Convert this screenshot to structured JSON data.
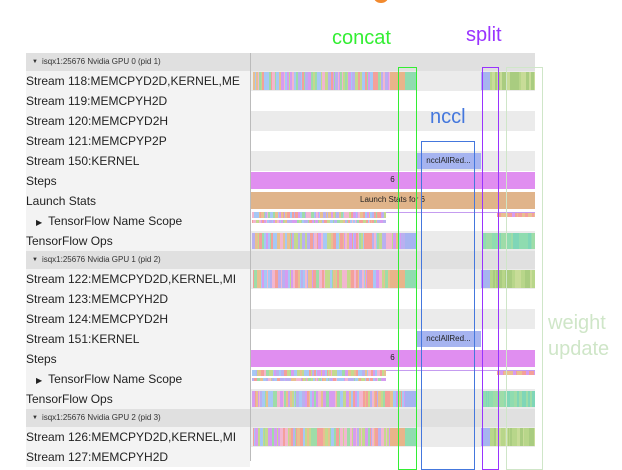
{
  "sections": [
    {
      "title": "isqx1:25676 Nvidia GPU 0 (pid 1)",
      "rows": [
        {
          "label": "Stream 118:MEMCPYD2D,KERNEL,ME",
          "type": "busy"
        },
        {
          "label": "Stream 119:MEMCPYH2D",
          "type": "empty"
        },
        {
          "label": "Stream 120:MEMCPYD2H",
          "type": "empty"
        },
        {
          "label": "Stream 121:MEMCPYP2P",
          "type": "empty"
        },
        {
          "label": "Stream 150:KERNEL",
          "type": "nccl",
          "bar_label": "ncclAllRed..."
        },
        {
          "label": "Steps",
          "type": "steps",
          "bar_label": "6"
        },
        {
          "label": "Launch Stats",
          "type": "launch",
          "bar_label": "Launch Stats for 6"
        },
        {
          "label": "TensorFlow Name Scope",
          "type": "scope",
          "expandable": true
        },
        {
          "label": "TensorFlow Ops",
          "type": "ops"
        }
      ]
    },
    {
      "title": "isqx1:25676 Nvidia GPU 1 (pid 2)",
      "rows": [
        {
          "label": "Stream 122:MEMCPYD2D,KERNEL,MI",
          "type": "busy"
        },
        {
          "label": "Stream 123:MEMCPYH2D",
          "type": "empty"
        },
        {
          "label": "Stream 124:MEMCPYD2H",
          "type": "empty"
        },
        {
          "label": "Stream 151:KERNEL",
          "type": "nccl",
          "bar_label": "ncclAllRed..."
        },
        {
          "label": "Steps",
          "type": "steps",
          "bar_label": "6"
        },
        {
          "label": "TensorFlow Name Scope",
          "type": "scope",
          "expandable": true
        },
        {
          "label": "TensorFlow Ops",
          "type": "ops"
        }
      ]
    },
    {
      "title": "isqx1:25676 Nvidia GPU 2 (pid 3)",
      "rows": [
        {
          "label": "Stream 126:MEMCPYD2D,KERNEL,MI",
          "type": "busy"
        },
        {
          "label": "Stream 127:MEMCPYH2D",
          "type": "empty"
        }
      ]
    }
  ],
  "annotations": {
    "concat": {
      "text": "concat",
      "color": "#33ee33"
    },
    "split": {
      "text": "split",
      "color": "#9933ff"
    },
    "nccl": {
      "text": "nccl",
      "color": "#4477dd"
    },
    "weight_update": {
      "text": "weight update",
      "color": "#cfe6c8"
    }
  },
  "colors": {
    "steps": "#e08ef0",
    "launch": "#e0b48a",
    "nccl_bar": "#a6b4f0",
    "stripe_palette": [
      "#f4a09a",
      "#a6c8f5",
      "#d69cf0",
      "#9edca8",
      "#e8c090",
      "#b9b0f0",
      "#c4d98e",
      "#f2b6d0"
    ]
  }
}
